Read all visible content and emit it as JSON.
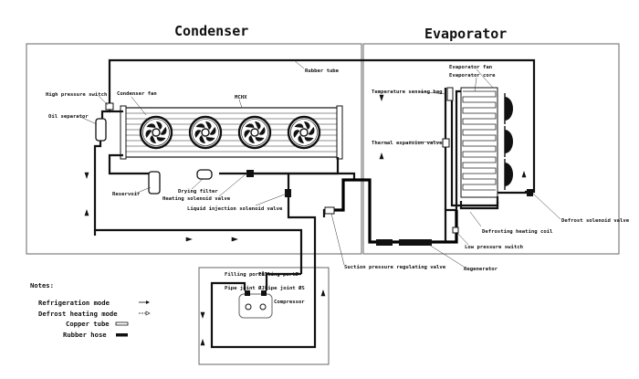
{
  "sections": {
    "condenser": "Condenser",
    "evaporator": "Evaporator"
  },
  "labels": {
    "rubber_tube": "Rubber tube",
    "high_pressure_switch": "High pressure switch",
    "condenser_fan": "Condenser fan",
    "mchx": "MCHX",
    "oil_separator": "Oil separator",
    "evaporator_fan": "Evaporator fan",
    "evaporator_core": "Evaporator core",
    "temperature_sensing_bag": "Temperature sensing bag",
    "thermal_expansion_valve": "Thermal expansion valve",
    "drying_filter": "Drying filter",
    "heating_solenoid_valve": "Heating solenoid valve",
    "reservoir": "Reservoir",
    "liquid_injection_solenoid_valve": "Liquid injection solenoid valve",
    "defrosting_heating_coil": "Defrosting heating coil",
    "defrost_solenoid_valve": "Defrost solenoid valve",
    "low_pressure_switch": "Low pressure switch",
    "suction_pressure_regulating_valve": "Suction pressure regulating valve",
    "regenerator": "Regenerator",
    "filling_port_left": "Filling portÖ3",
    "filling_port_right": "Filling portØ",
    "pipe_joint_left": "Pipe joint ØJ",
    "pipe_joint_right": "Pipe joint ØS",
    "compressor": "Compressor"
  },
  "notes": {
    "title": "Notes:",
    "refrigeration_mode": "Refrigeration mode",
    "defrost_heating_mode": "Defrost heating mode",
    "copper_tube": "Copper tube",
    "rubber_hose": "Rubber hose"
  }
}
